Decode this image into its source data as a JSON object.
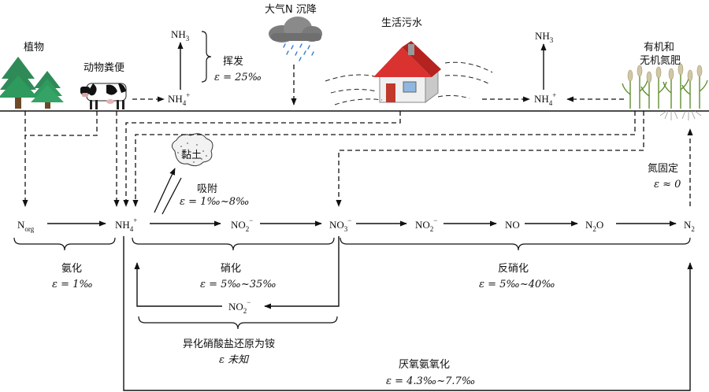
{
  "labels": {
    "plants": "植物",
    "manure": "动物粪便",
    "atm_n": "大气N 沉降",
    "sewage": "生活污水",
    "fertilizer_1": "有机和",
    "fertilizer_2": "无机氮肥",
    "volatilization": "挥发",
    "volatilization_eps": "ε = 25‰",
    "clay": "黏土",
    "adsorption": "吸附",
    "adsorption_eps": "ε = 1‰~8‰",
    "fixation": "氮固定",
    "fixation_eps": "ε ≈ 0",
    "ammonification": "氨化",
    "ammonification_eps": "ε = 1‰",
    "nitrification": "硝化",
    "nitrification_eps": "ε = 5‰~35‰",
    "denitrification": "反硝化",
    "denitrification_eps": "ε = 5‰~40‰",
    "dnra": "异化硝酸盐还原为铵",
    "dnra_eps": "ε 未知",
    "anammox": "厌氧氨氧化",
    "anammox_eps": "ε = 4.3‰~7.7‰"
  },
  "species": {
    "norg": {
      "base": "N",
      "sub": "org",
      "sup": ""
    },
    "nh4": {
      "base": "NH",
      "sub": "4",
      "sup": "+"
    },
    "no2": {
      "base": "NO",
      "sub": "2",
      "sup": "−"
    },
    "no3": {
      "base": "NO",
      "sub": "3",
      "sup": "−"
    },
    "no2b": {
      "base": "NO",
      "sub": "2",
      "sup": "−"
    },
    "no": {
      "base": "NO",
      "sub": "",
      "sup": ""
    },
    "n2o": {
      "base": "N",
      "sub": "2",
      "sup": "",
      "tail": "O"
    },
    "n2": {
      "base": "N",
      "sub": "2",
      "sup": ""
    },
    "no2_dnra": {
      "base": "NO",
      "sub": "2",
      "sup": "−"
    },
    "nh3_left": {
      "base": "NH",
      "sub": "3",
      "sup": ""
    },
    "nh4_top_left": {
      "base": "NH",
      "sub": "4",
      "sup": "+"
    },
    "nh3_right": {
      "base": "NH",
      "sub": "3",
      "sup": ""
    },
    "nh4_top_right": {
      "base": "NH",
      "sub": "4",
      "sup": "+"
    }
  }
}
